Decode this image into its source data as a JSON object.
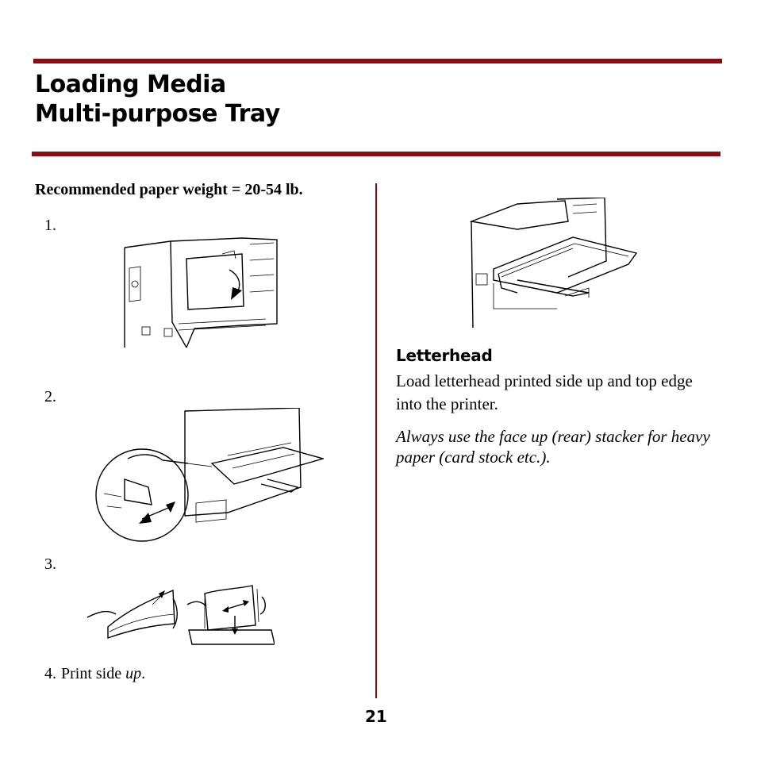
{
  "header": {
    "title_line1": "Loading Media",
    "title_line2": "Multi-purpose Tray"
  },
  "left_column": {
    "paper_weight": "Recommended paper weight = 20-54 lb.",
    "steps": [
      {
        "number": "1."
      },
      {
        "number": "2."
      },
      {
        "number": "3."
      },
      {
        "number": "4.",
        "text_prefix": "Print side ",
        "text_emphasis": "up",
        "text_suffix": "."
      }
    ]
  },
  "right_column": {
    "subheading": "Letterhead",
    "body": "Load letterhead printed side up and top edge into the printer.",
    "note": "Always use the face up (rear) stacker for heavy paper (card stock etc.)."
  },
  "footer": {
    "page_number": "21"
  },
  "colors": {
    "accent_rule": "#8b0d11"
  }
}
